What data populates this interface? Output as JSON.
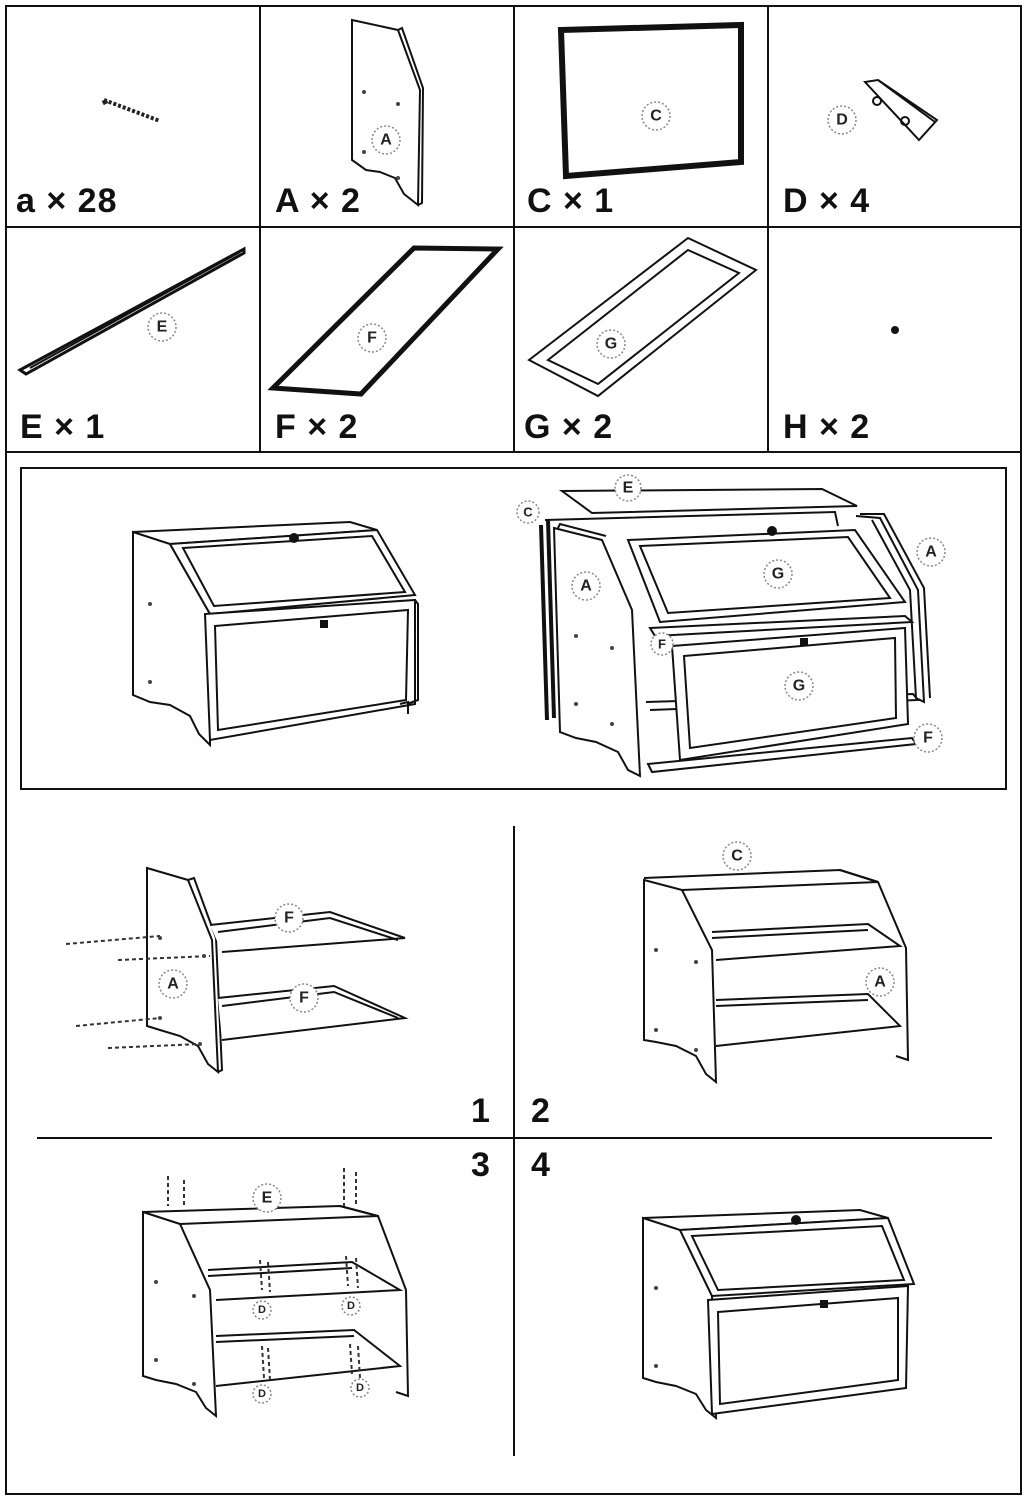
{
  "parts": [
    {
      "id": "a",
      "label": "a × 28",
      "callout": ""
    },
    {
      "id": "A",
      "label": "A × 2",
      "callout": "A"
    },
    {
      "id": "C",
      "label": "C × 1",
      "callout": "C"
    },
    {
      "id": "D",
      "label": "D × 4",
      "callout": "D"
    },
    {
      "id": "E",
      "label": "E × 1",
      "callout": "E"
    },
    {
      "id": "F",
      "label": "F × 2",
      "callout": "F"
    },
    {
      "id": "G",
      "label": "G × 2",
      "callout": "G"
    },
    {
      "id": "H",
      "label": "H × 2",
      "callout": ""
    }
  ],
  "exploded": {
    "callouts": {
      "c": "C",
      "e": "E",
      "g1": "G",
      "g2": "G",
      "a1": "A",
      "a2": "A",
      "f1": "F",
      "f2": "F"
    }
  },
  "steps": [
    {
      "number": "1",
      "callouts": {
        "f1": "F",
        "f2": "F",
        "a": "A"
      }
    },
    {
      "number": "2",
      "callouts": {
        "c": "C",
        "a": "A"
      }
    },
    {
      "number": "3",
      "callouts": {
        "e": "E",
        "d1": "D",
        "d2": "D",
        "d3": "D",
        "d4": "D"
      }
    },
    {
      "number": "4",
      "callouts": {}
    }
  ]
}
